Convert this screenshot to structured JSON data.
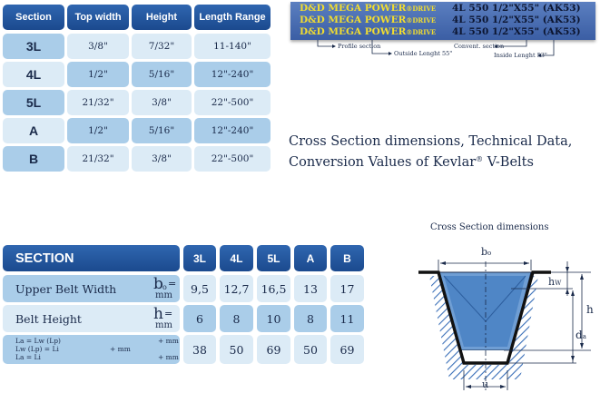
{
  "top_table": {
    "headers": [
      "Section",
      "Top width",
      "Height",
      "Length Range"
    ],
    "rows": [
      [
        "3L",
        "3/8\"",
        "7/32\"",
        "11-140\""
      ],
      [
        "4L",
        "1/2\"",
        "5/16\"",
        "12\"-240\""
      ],
      [
        "5L",
        "21/32\"",
        "3/8\"",
        "22\"-500\""
      ],
      [
        "A",
        "1/2\"",
        "5/16\"",
        "12\"-240\""
      ],
      [
        "B",
        "21/32\"",
        "3/8\"",
        "22\"-500\""
      ]
    ]
  },
  "marking": {
    "lines": [
      {
        "brand": "D&D MEGA POWER",
        "reg": "®",
        "drive": "DRIVE",
        "spec": "4L 550 1/2\"X55\" (AK53)"
      },
      {
        "brand": "D&D MEGA POWER",
        "reg": "®",
        "drive": "DRIVE",
        "spec": "4L 550 1/2\"X55\" (AK53)"
      },
      {
        "brand": "D&D MEGA POWER",
        "reg": "®",
        "drive": "DRIVE",
        "spec": "4L 550 1/2\"X55\" (AK53)"
      }
    ],
    "labels": {
      "profile": "Profile section",
      "outside": "Outside Lenght 55\"",
      "convent": "Convent. section",
      "inside": "Inside Lenght 53\""
    }
  },
  "caption": {
    "line1": "Cross Section dimensions, Technical Data,",
    "line2_a": "Conversion Values of Kevlar",
    "line2_reg": "®",
    "line2_b": " V-Belts"
  },
  "bottom_table": {
    "header": "SECTION",
    "sections": [
      "3L",
      "4L",
      "5L",
      "A",
      "B"
    ],
    "rows": [
      {
        "label": "Upper Belt Width",
        "sym": "b",
        "sub": "o",
        "eq": "=",
        "unit": "mm",
        "values": [
          "9,5",
          "12,7",
          "16,5",
          "13",
          "17"
        ]
      },
      {
        "label": "Belt Height",
        "sym": "h",
        "eq": "=",
        "unit": "mm",
        "values": [
          "6",
          "8",
          "10",
          "8",
          "11"
        ]
      }
    ],
    "conv": {
      "l1a": "La = Lw (Lp)",
      "l1b": "+ mm",
      "l2a": "Lw (Lp) = Li",
      "l2b": "+ mm",
      "l3a": "La = Li",
      "l3b": "+ mm",
      "values": [
        "38",
        "50",
        "69",
        "50",
        "69"
      ]
    }
  },
  "diagram": {
    "title": "Cross Section dimensions",
    "bo": "b",
    "bo_sub": "o",
    "hw": "h",
    "hw_sub": "W",
    "h": "h",
    "da": "d",
    "da_sub": "a",
    "u": "u"
  }
}
